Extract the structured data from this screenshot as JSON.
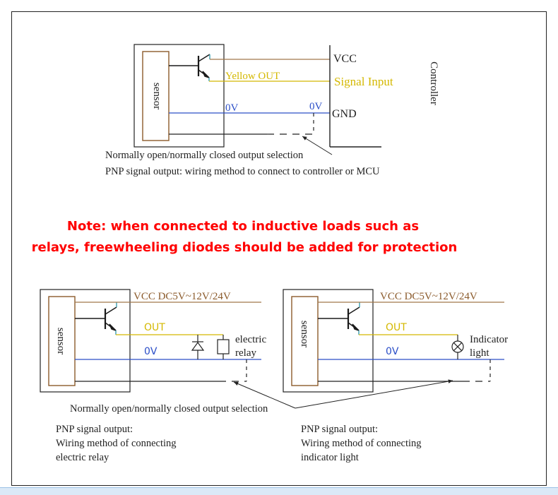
{
  "top": {
    "sensor_label": "sensor",
    "vcc": "VCC",
    "out_wire": "Yellow OUT",
    "signal_input": "Signal Input",
    "zero_v_left": "0V",
    "zero_v_right": "0V",
    "gnd": "GND",
    "controller": "Controller",
    "selection_note": "Normally open/normally closed output selection",
    "caption": "PNP signal output: wiring method to connect to controller or MCU"
  },
  "note": {
    "line1": "Note: when connected to inductive loads such as",
    "line2": "relays, freewheeling diodes should be added for protection"
  },
  "left": {
    "sensor_label": "sensor",
    "vcc": "VCC DC5V~12V/24V",
    "out": "OUT",
    "zero_v": "0V",
    "load_line1": "electric",
    "load_line2": "relay",
    "caption_line1": "PNP signal output:",
    "caption_line2": "Wiring method of connecting",
    "caption_line3": "electric relay"
  },
  "right": {
    "sensor_label": "sensor",
    "vcc": "VCC DC5V~12V/24V",
    "out": "OUT",
    "zero_v": "0V",
    "load_line1": "Indicator",
    "load_line2": "light",
    "caption_line1": "PNP signal output:",
    "caption_line2": "Wiring method of connecting",
    "caption_line3": "indicator light"
  },
  "shared": {
    "selection_note": "Normally open/normally closed output selection"
  },
  "colors": {
    "vcc_wire": "#a0784a",
    "out_wire": "#d4b800",
    "gnd_wire": "#2c4fc8",
    "transistor": "#1a1a1a",
    "sensor_box": "#8b5a2b",
    "note_text": "#ff0000",
    "teal_pin": "#3aa0b0"
  }
}
